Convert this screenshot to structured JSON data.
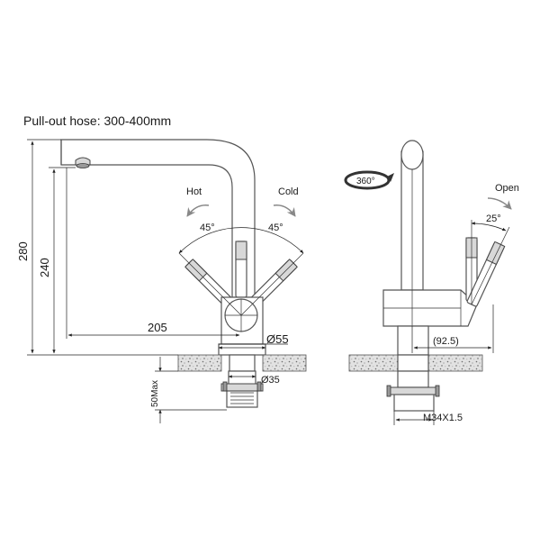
{
  "labels": {
    "hose": "Pull-out hose: 300-400mm",
    "hot": "Hot",
    "cold": "Cold",
    "angle_hot": "45°",
    "angle_cold": "45°",
    "dim_280": "280",
    "dim_240": "240",
    "dim_205": "205",
    "dim_d55": "Ø55",
    "dim_d35": "Ø35",
    "dim_50max": "50Max",
    "rotation": "360°",
    "open": "Open",
    "angle_open": "25°",
    "dim_92_5": "(92.5)",
    "thread": "M34X1.5"
  },
  "colors": {
    "outline": "#555555",
    "dimension": "#222222",
    "arrow_gray": "#888888",
    "rotation_arrow": "#333333"
  },
  "icons": {
    "rotation": "rotate-360-icon",
    "hot": "curved-arrow-left-icon",
    "cold": "curved-arrow-right-icon",
    "open": "curved-arrow-open-icon"
  }
}
